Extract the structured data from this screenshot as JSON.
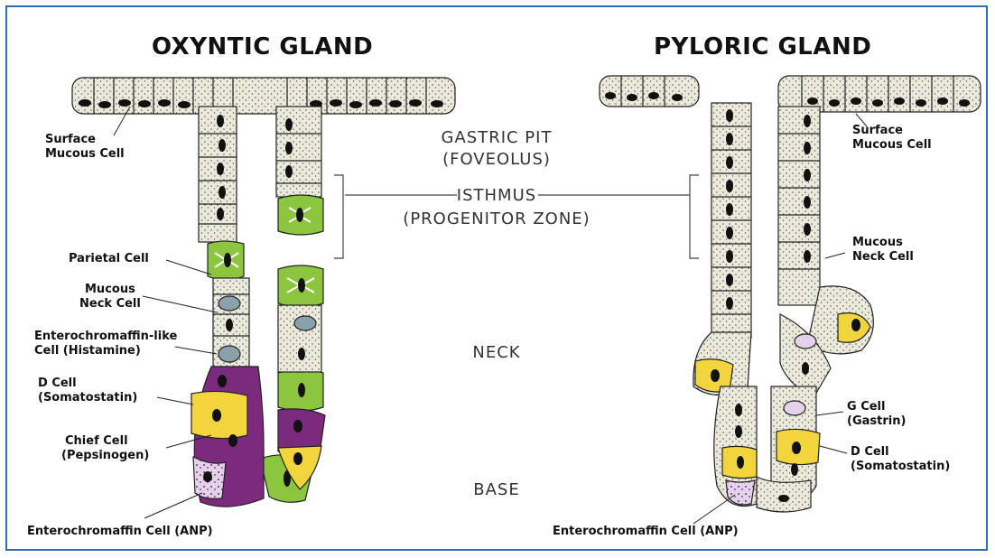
{
  "titles": {
    "oxyntic": "OXYNTIC GLAND",
    "pyloric": "PYLORIC GLAND"
  },
  "zones": {
    "gastric_pit": "GASTRIC PIT",
    "foveolus": "(FOVEOLUS)",
    "isthmus": "ISTHMUS",
    "progenitor": "(PROGENITOR ZONE)",
    "neck": "NECK",
    "base": "BASE"
  },
  "oxyntic_labels": {
    "surface_1": "Surface",
    "surface_2": "Mucous Cell",
    "parietal": "Parietal Cell",
    "mucous_neck_1": "Mucous",
    "mucous_neck_2": "Neck Cell",
    "ecl_1": "Enterochromaffin-like",
    "ecl_2": "Cell (Histamine)",
    "dcell_1": "D Cell",
    "dcell_2": "(Somatostatin)",
    "chief_1": "Chief Cell",
    "chief_2": "(Pepsinogen)",
    "ec": "Enterochromaffin Cell (ANP)"
  },
  "pyloric_labels": {
    "surface_1": "Surface",
    "surface_2": "Mucous Cell",
    "mucous_neck_1": "Mucous",
    "mucous_neck_2": "Neck Cell",
    "gcell_1": "G Cell",
    "gcell_2": "(Gastrin)",
    "dcell_1": "D Cell",
    "dcell_2": "(Somatostatin)",
    "ec": "Enterochromaffin Cell (ANP)"
  },
  "colors": {
    "frame": "#2a6fb8",
    "mucous_cell": "#ebe9da",
    "parietal": "#8cc63f",
    "chief": "#7b2a7e",
    "d_cell": "#f2d43c",
    "ec_cell": "#e3d2ea",
    "ecl_cell": "#8aa0aa",
    "nucleus": "#111111"
  }
}
